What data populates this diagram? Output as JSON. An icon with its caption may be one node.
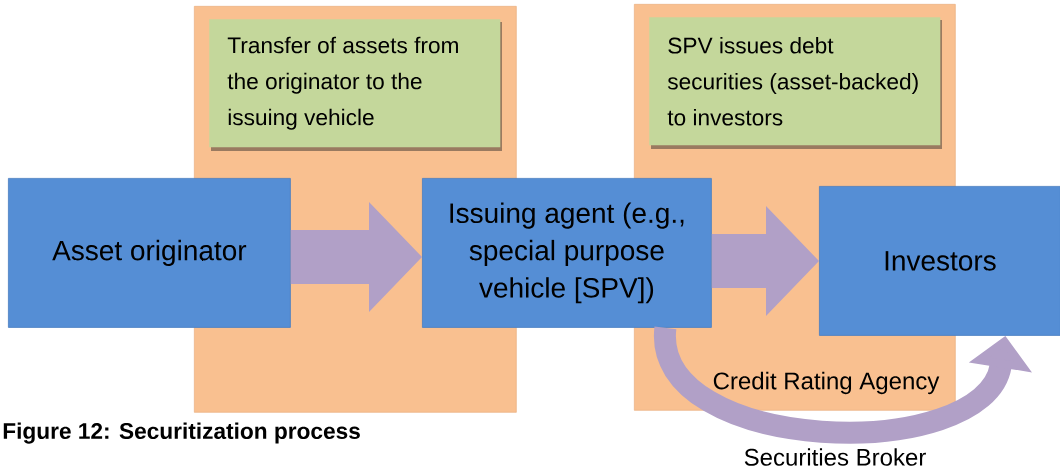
{
  "diagram": {
    "caption": "Figure 12: Securitization process",
    "nodes": [
      {
        "text": [],
        "shape": "box"
      },
      {
        "text": [
          "Transfer of assets from the originator to the issuing vehicle"
        ],
        "in": 0
      },
      {
        "text": [],
        "shape": "box"
      },
      {
        "text": [
          "SPV issues debt securities (asset-backed) to investors"
        ],
        "in": 2
      },
      {
        "text": [
          "Asset originator"
        ]
      },
      {
        "text": [
          "Issuing agent (e.g., special purpose vehicle [SPV])"
        ]
      },
      {
        "text": [
          "Investors"
        ]
      }
    ],
    "edges": [
      {
        "from": 4,
        "to": 5,
        "arrow": "to"
      },
      {
        "from": 5,
        "to": 6,
        "arrow": "to"
      },
      {
        "from": 5,
        "to": 6,
        "arrow": "to"
      }
    ],
    "labels": [
      "Credit Rating Agency",
      "Securities Broker"
    ]
  }
}
